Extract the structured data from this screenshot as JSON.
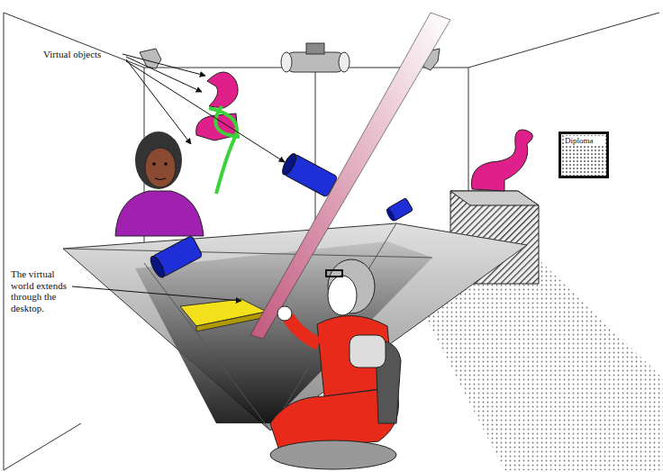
{
  "diagram": {
    "nodes": [
      {
        "text": [
          "Diploma"
        ]
      }
    ],
    "labels": [
      "Virtual objects",
      "The virtual world extends through the desktop."
    ]
  }
}
